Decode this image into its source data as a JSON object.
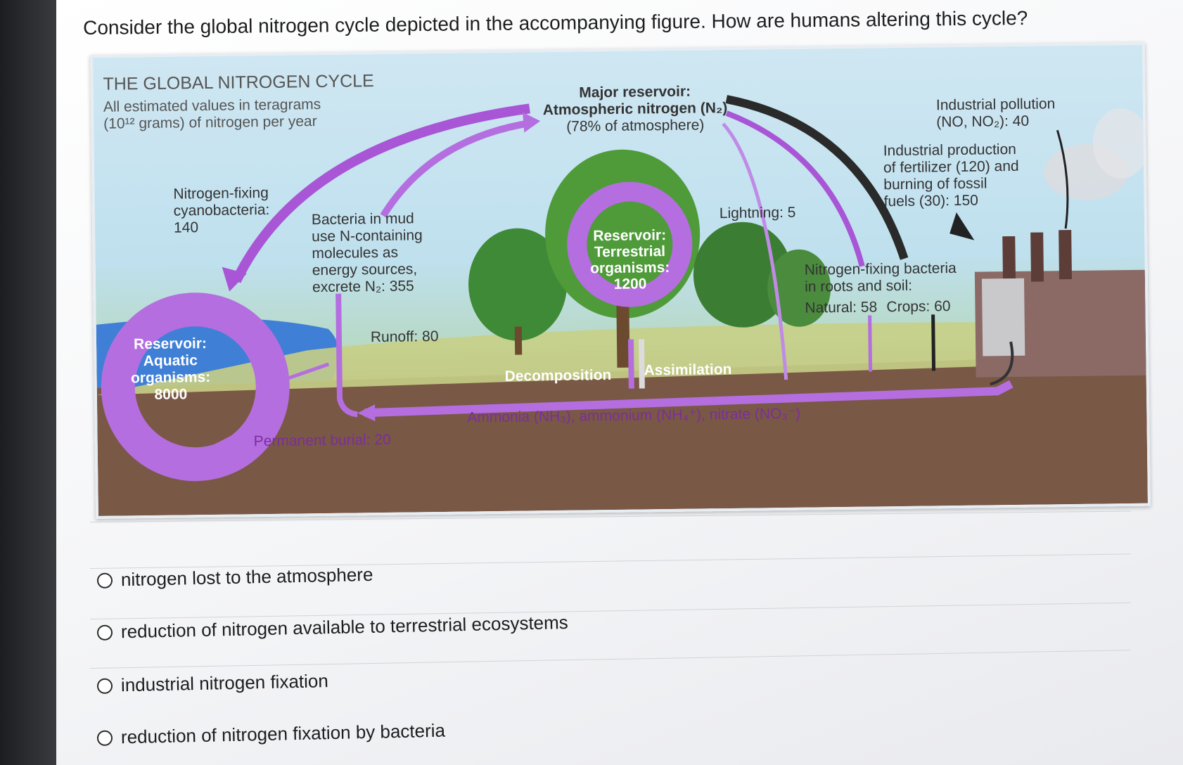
{
  "question": "Consider the global nitrogen cycle depicted in the accompanying figure. How are humans altering this cycle?",
  "figure": {
    "title": "THE GLOBAL NITROGEN CYCLE",
    "subtitle_line1": "All estimated values in teragrams",
    "subtitle_line2": "(10¹² grams) of nitrogen per year",
    "cyanobacteria_line1": "Nitrogen-fixing",
    "cyanobacteria_line2": "cyanobacteria:",
    "cyanobacteria_value": "140",
    "mud_line1": "Bacteria in mud",
    "mud_line2": "use N-containing",
    "mud_line3": "molecules as",
    "mud_line4": "energy sources,",
    "mud_line5": "excrete N₂: 355",
    "major_line1": "Major reservoir:",
    "major_line2": "Atmospheric nitrogen (N₂)",
    "major_line3": "(78% of atmosphere)",
    "terrestrial_line1": "Reservoir:",
    "terrestrial_line2": "Terrestrial",
    "terrestrial_line3": "organisms:",
    "terrestrial_line4": "1200",
    "aquatic_line1": "Reservoir:",
    "aquatic_line2": "Aquatic",
    "aquatic_line3": "organisms:",
    "aquatic_line4": "8000",
    "lightning": "Lightning: 5",
    "runoff": "Runoff: 80",
    "burial": "Permanent burial: 20",
    "decomposition": "Decomposition",
    "assimilation": "Assimilation",
    "ammonia": "Ammonia (NH₃), ammonium (NH₄⁺), nitrate (NO₃⁻)",
    "industrial_pollution_line1": "Industrial pollution",
    "industrial_pollution_line2": "(NO, NO₂): 40",
    "industrial_production_line1": "Industrial production",
    "industrial_production_line2": "of fertilizer (120) and",
    "industrial_production_line3": "burning of fossil",
    "industrial_production_line4": "fuels (30): 150",
    "root_bacteria_line1": "Nitrogen-fixing bacteria",
    "root_bacteria_line2": "in roots and soil:",
    "natural": "Natural: 58",
    "crops": "Crops: 60"
  },
  "options": [
    {
      "label": "nitrogen lost to the atmosphere"
    },
    {
      "label": "reduction of nitrogen available to terrestrial ecosystems"
    },
    {
      "label": "industrial nitrogen fixation"
    },
    {
      "label": "reduction of nitrogen fixation by bacteria"
    }
  ],
  "colors": {
    "arrow_purple": "#a855d6",
    "ring_purple": "#b46ee0",
    "text_purple": "#7b2e9a",
    "dark_arrow": "#222222"
  }
}
